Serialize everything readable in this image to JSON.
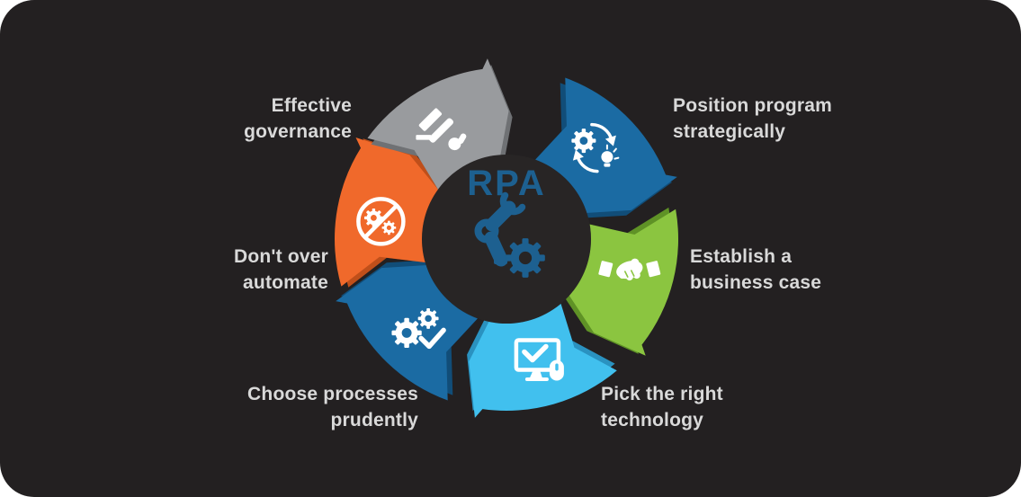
{
  "page": {
    "panel_background": "#232021",
    "page_background": "#ffffff",
    "label_color": "#d9d9d9"
  },
  "center": {
    "title": "RPA",
    "accent_color": "#1d6090",
    "icon": "robot-arm-gear-icon"
  },
  "segments": [
    {
      "name": "position-program-strategically",
      "label_lines": [
        "Position program",
        "strategically"
      ],
      "color": "#1b6ba3",
      "shade": "#114d78",
      "icon": "gear-cycle-icon"
    },
    {
      "name": "establish-business-case",
      "label_lines": [
        "Establish a",
        "business case"
      ],
      "color": "#8bc540",
      "shade": "#5f9226",
      "icon": "handshake-icon"
    },
    {
      "name": "pick-right-technology",
      "label_lines": [
        "Pick the right",
        "technology"
      ],
      "color": "#41c0ee",
      "shade": "#2a92c0",
      "icon": "monitor-check-icon"
    },
    {
      "name": "choose-processes-prudently",
      "label_lines": [
        "Choose processes",
        "prudently"
      ],
      "color": "#1b6ba3",
      "shade": "#114d78",
      "icon": "gears-check-icon"
    },
    {
      "name": "dont-over-automate",
      "label_lines": [
        "Don't over",
        "automate"
      ],
      "color": "#f0692b",
      "shade": "#bf4f1a",
      "icon": "no-overautomation-icon"
    },
    {
      "name": "effective-governance",
      "label_lines": [
        "Effective",
        "governance"
      ],
      "color": "#999b9e",
      "shade": "#6f7174",
      "icon": "gavel-hand-icon"
    }
  ]
}
